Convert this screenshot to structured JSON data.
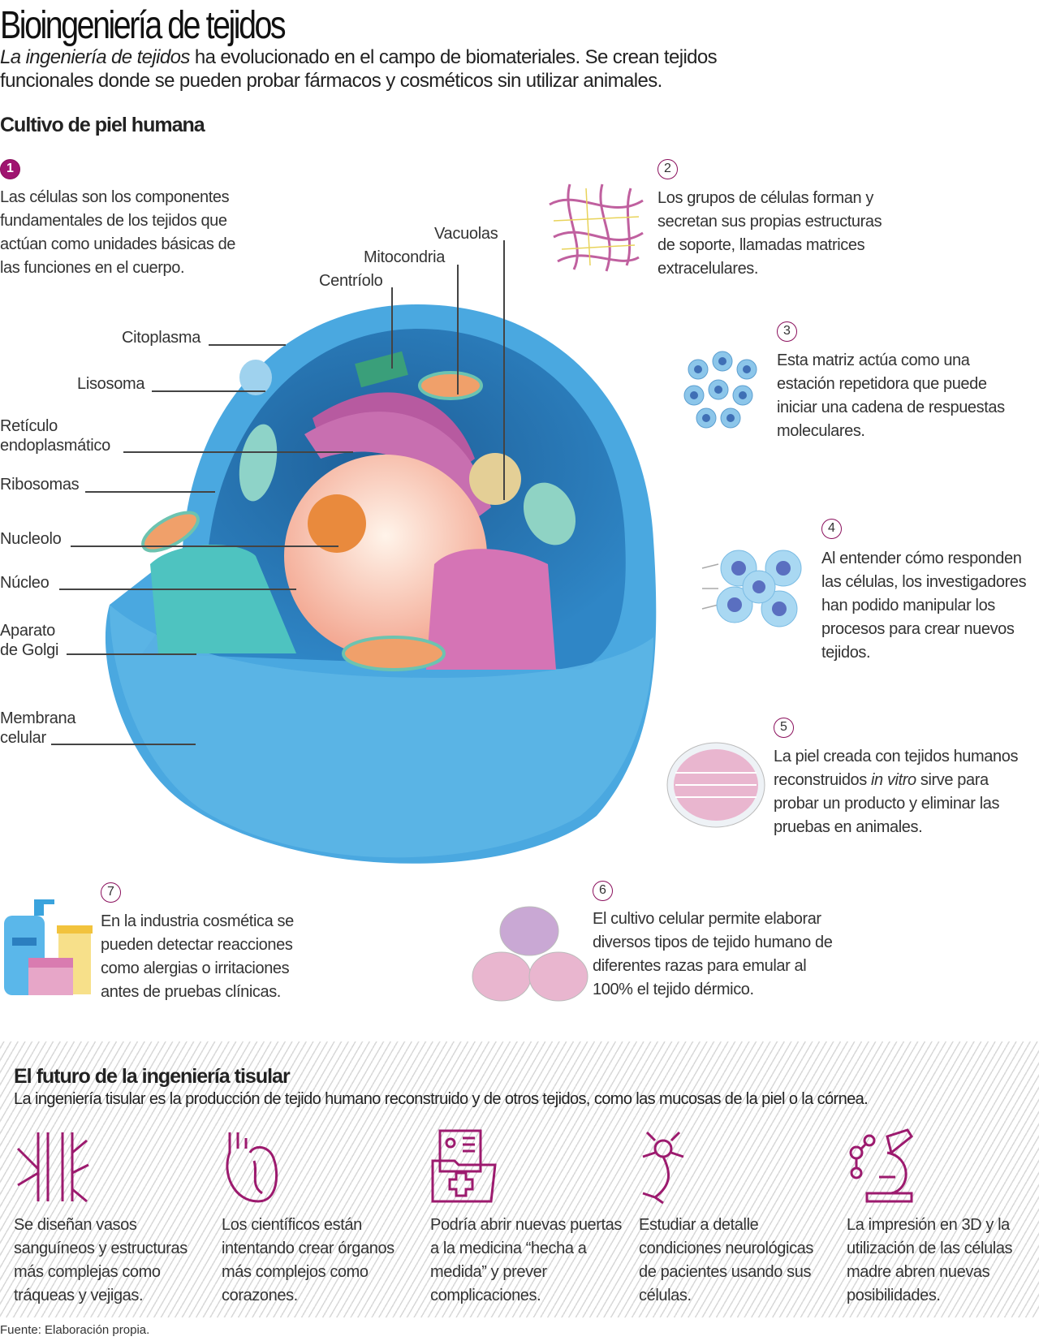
{
  "header": {
    "title": "Bioingeniería de tejidos",
    "subtitle_italic": "La ingeniería de tejidos",
    "subtitle_rest": " ha evolucionado en el campo de biomateriales. Se crean tejidos funcionales donde se pueden probar fármacos y cosméticos sin utilizar animales.",
    "section": "Cultivo de piel humana"
  },
  "steps": [
    {
      "n": "1",
      "text": "Las células son los componentes fundamentales de los tejidos que actúan como unidades básicas de las funciones en el cuerpo."
    },
    {
      "n": "2",
      "text": "Los grupos de células forman y secretan sus propias estructuras de soporte, llamadas matrices extracelulares."
    },
    {
      "n": "3",
      "text": "Esta matriz actúa como una estación repetidora que puede iniciar una cadena de respuestas moleculares."
    },
    {
      "n": "4",
      "text": "Al entender cómo responden las células, los investigadores han podido manipular los procesos para crear nuevos tejidos."
    },
    {
      "n": "5",
      "text_a": "La piel creada con tejidos humanos reconstruidos ",
      "text_i": "in vitro",
      "text_b": " sirve para probar un producto y eliminar las pruebas en animales."
    },
    {
      "n": "6",
      "text": "El cultivo celular permite elaborar diversos tipos de tejido humano de diferentes razas para emular al 100% el tejido dérmico."
    },
    {
      "n": "7",
      "text": "En la industria cosmética se pueden detectar reacciones como alergias o irritaciones antes de pruebas clínicas."
    }
  ],
  "cell_labels": {
    "vacuolas": "Vacuolas",
    "mitocondria": "Mitocondria",
    "centriolo": "Centríolo",
    "citoplasma": "Citoplasma",
    "lisosoma": "Lisosoma",
    "reticulo1": "Retículo",
    "reticulo2": "endoplasmático",
    "ribosomas": "Ribosomas",
    "nucleolo": "Nucleolo",
    "nucleo": "Núcleo",
    "golgi1": "Aparato",
    "golgi2": "de Golgi",
    "membrana1": "Membrana",
    "membrana2": "celular"
  },
  "future": {
    "title": "El futuro de la ingeniería tisular",
    "subtitle": "La ingeniería tisular es la producción de tejido humano reconstruido y de otros tejidos, como las mucosas de la piel o la córnea.",
    "items": [
      {
        "icon": "blood-vessels-icon",
        "text": "Se diseñan vasos sanguíneos y estructuras más complejas como tráqueas y vejigas."
      },
      {
        "icon": "heart-icon",
        "text": "Los científicos están intentando crear órganos más complejos como corazones."
      },
      {
        "icon": "medical-folder-icon",
        "text": "Podría abrir nuevas puertas a la medicina “hecha a medida” y prever complicaciones."
      },
      {
        "icon": "neuron-icon",
        "text": "Estudiar a detalle condiciones neurológicas de pacientes usando sus células."
      },
      {
        "icon": "microscope-icon",
        "text": "La impresión en 3D y la utilización de las células madre abren nuevas posibilidades."
      }
    ]
  },
  "source": "Fuente: Elaboración propia.",
  "colors": {
    "accent": "#a01470",
    "cell": "#3a9ad6"
  }
}
